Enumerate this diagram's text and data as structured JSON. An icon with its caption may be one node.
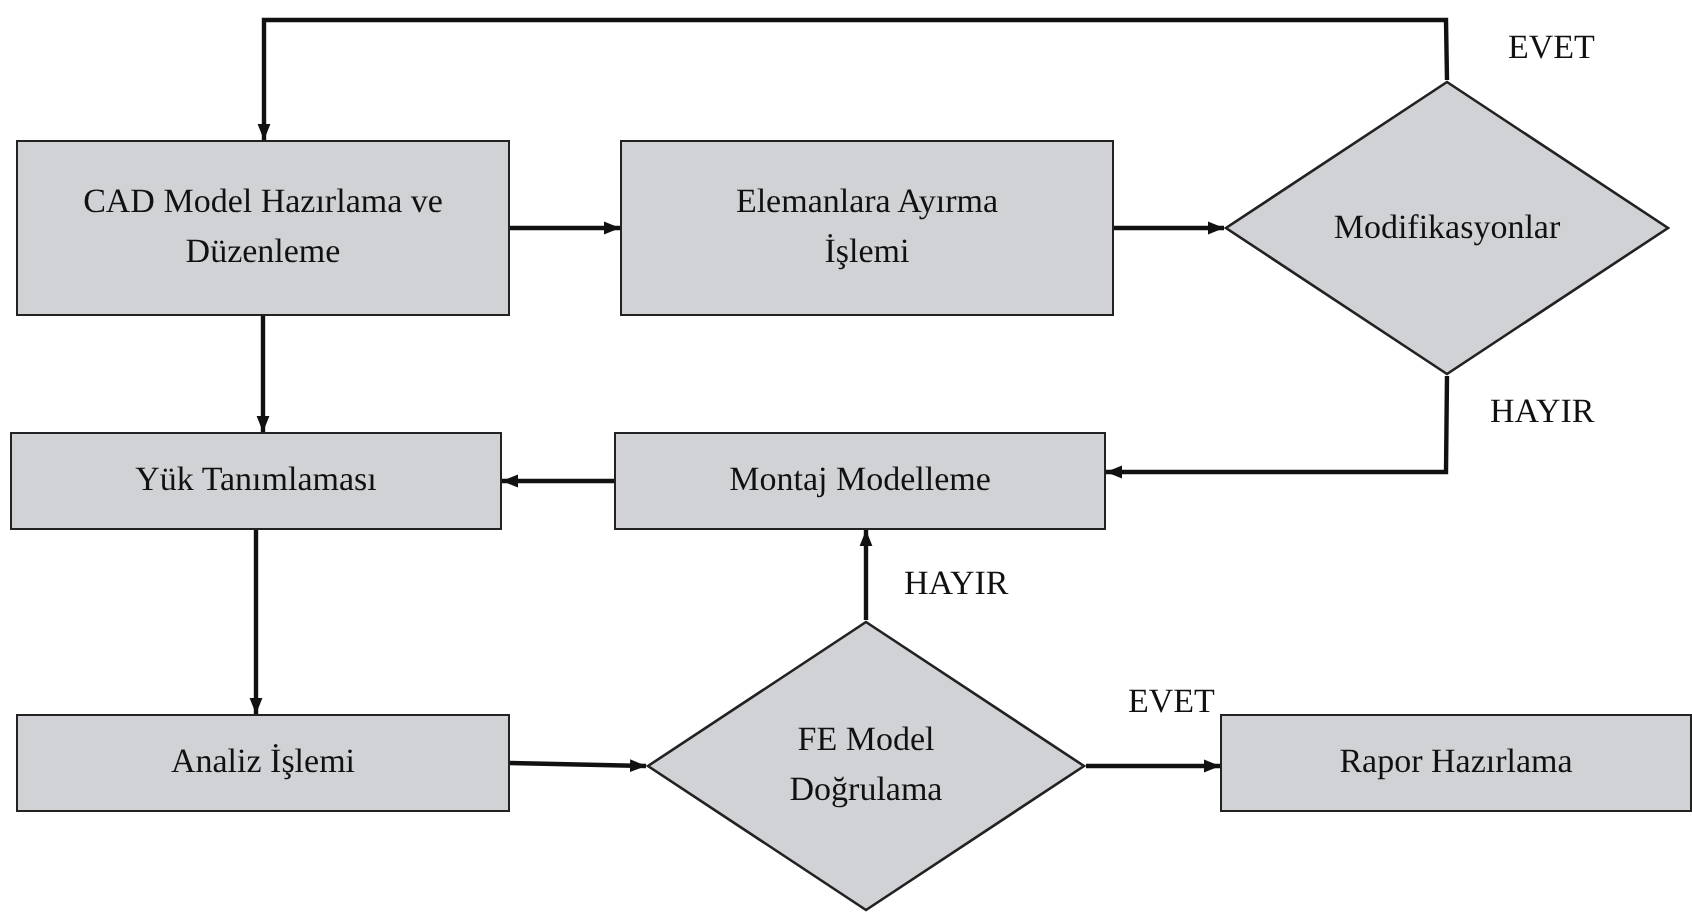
{
  "diagram": {
    "nodes": [
      {
        "text": [
          "CAD Model Hazırlama ve Düzenleme"
        ]
      },
      {
        "text": [
          "Elemanlara Ayırma İşlemi"
        ]
      },
      {
        "text": [
          "Modifikasyonlar"
        ]
      },
      {
        "text": [
          "Yük Tanımlaması"
        ]
      },
      {
        "text": [
          "Montaj Modelleme"
        ]
      },
      {
        "text": [
          "Analiz İşlemi"
        ]
      },
      {
        "text": [
          "FE Model Doğrulama"
        ]
      },
      {
        "text": [
          "Rapor Hazırlama"
        ]
      }
    ],
    "edges": [
      {
        "from": 0,
        "to": 1,
        "arrow": "to"
      },
      {
        "from": 1,
        "to": 2,
        "arrow": "to"
      },
      {
        "from": 2,
        "to": 0,
        "arrow": "to",
        "label": "EVET"
      },
      {
        "from": 2,
        "to": 4,
        "arrow": "to",
        "label": "HAYIR"
      },
      {
        "from": 0,
        "to": 3,
        "arrow": "to"
      },
      {
        "from": 4,
        "to": 3,
        "arrow": "to"
      },
      {
        "from": 3,
        "to": 5,
        "arrow": "to"
      },
      {
        "from": 5,
        "to": 6,
        "arrow": "to"
      },
      {
        "from": 6,
        "to": 4,
        "arrow": "to",
        "label": "HAYIR"
      },
      {
        "from": 6,
        "to": 7,
        "arrow": "to",
        "label": "EVET"
      }
    ]
  }
}
